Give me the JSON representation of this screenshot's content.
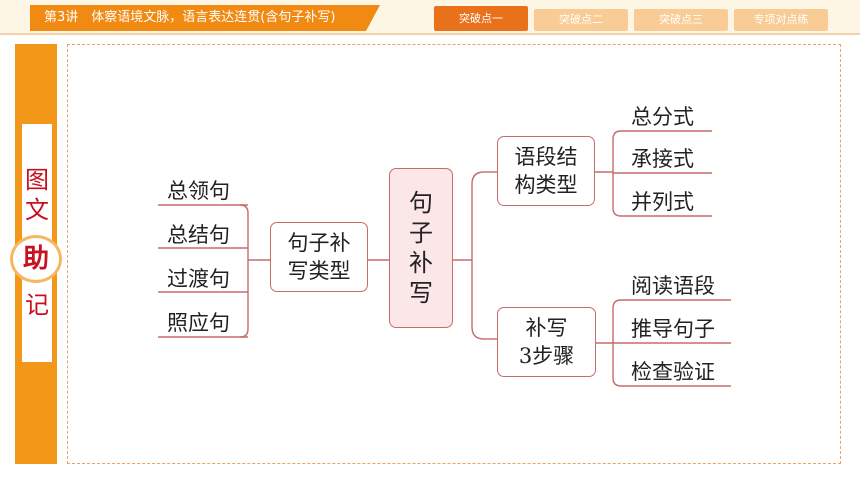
{
  "header": {
    "lesson_title": "第3讲　体察语境文脉，语言表达连贯(含句子补写)",
    "tabs": [
      {
        "label": "突破点一",
        "active": true
      },
      {
        "label": "突破点二",
        "active": false
      },
      {
        "label": "突破点三",
        "active": false
      },
      {
        "label": "专项对点练",
        "active": false
      }
    ]
  },
  "side_label": [
    "图",
    "文",
    "助",
    "记"
  ],
  "diagram": {
    "center": [
      "句子",
      "补写"
    ],
    "left_node": [
      "句子补",
      "写类型"
    ],
    "left_leaves": [
      "总领句",
      "总结句",
      "过渡句",
      "照应句"
    ],
    "upper_node": [
      "语段结",
      "构类型"
    ],
    "upper_leaves": [
      "总分式",
      "承接式",
      "并列式"
    ],
    "lower_node": [
      "补写",
      "3步骤"
    ],
    "lower_leaves": [
      "阅读语段",
      "推导句子",
      "检查验证"
    ]
  },
  "colors": {
    "accent_orange": "#f29718",
    "active_tab": "#e9711b",
    "inactive_tab": "#f9cc95",
    "side_text_red": "#c8101e",
    "node_border": "#c86b6b",
    "center_fill": "#fbe6e8"
  }
}
